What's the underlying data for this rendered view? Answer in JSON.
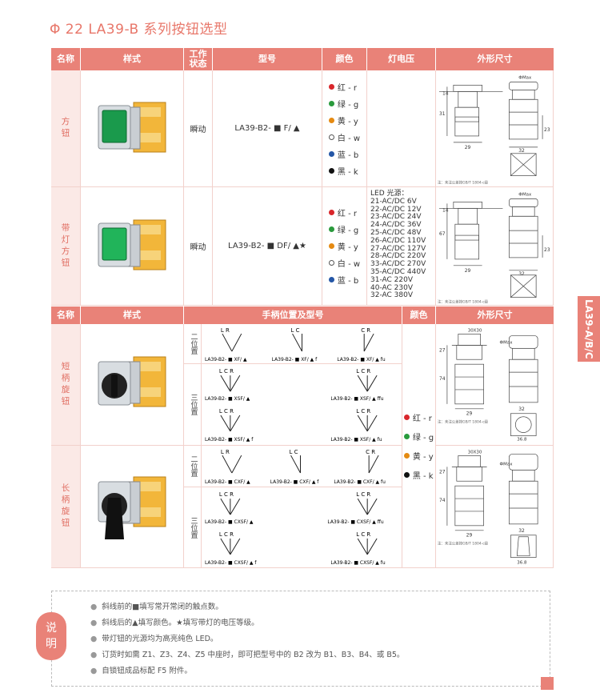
{
  "title": "Φ 22 LA39-B 系列按钮选型",
  "side_tab": "LA39-A/B/C",
  "table1": {
    "headers": [
      "名称",
      "样式",
      "工作状态",
      "型号",
      "颜色",
      "灯电压",
      "外形尺寸"
    ],
    "rows": [
      {
        "name": "方钮",
        "state": "瞬动",
        "model": "LA39-B2- ■ F/ ▲",
        "colors": [
          "红 - r",
          "绿 - g",
          "黄 - y",
          "白 - w",
          "蓝 - b",
          "黑 - k"
        ],
        "dim_note": "注：未注公差按GB/T 1804-c级"
      },
      {
        "name": "带灯方钮",
        "state": "瞬动",
        "model": "LA39-B2- ■ DF/ ▲★",
        "colors": [
          "红 - r",
          "绿 - g",
          "黄 - y",
          "白 - w",
          "蓝 - b"
        ],
        "led_title": "LED 光源：",
        "led_lines": [
          "21-AC/DC 6V",
          "22-AC/DC 12V",
          "23-AC/DC 24V",
          "24-AC/DC 36V",
          "25-AC/DC 48V",
          "26-AC/DC 110V",
          "27-AC/DC 127V",
          "28-AC/DC 220V",
          "33-AC/DC 270V",
          "35-AC/DC 440V",
          "31-AC 220V",
          "40-AC 230V",
          "32-AC 380V"
        ],
        "dim_note": "注：未注公差按GB/T 1804-c级"
      }
    ]
  },
  "table2": {
    "headers": [
      "名称",
      "样式",
      "手柄位置及型号",
      "颜色",
      "外形尺寸"
    ],
    "colors": [
      "红 - r",
      "绿 - g",
      "黄 - y",
      "黑 - k"
    ],
    "short": {
      "name": "短柄旋钮",
      "two_pos_label": "二位置",
      "three_pos_label": "三位置",
      "two": [
        "LA39-B2- ■ XF/ ▲",
        "LA39-B2- ■ XF/ ▲ f",
        "LA39-B2- ■ XF/ ▲ fu"
      ],
      "two_marks": [
        "L   R",
        "L C",
        "C R"
      ],
      "three": [
        "LA39-B2- ■ XSF/ ▲",
        "LA39-B2- ■ XSF/ ▲ ffu",
        "LA39-B2- ■ XSF/ ▲ f",
        "LA39-B2- ■ XSF/ ▲ fu"
      ],
      "dim_note": "注：未注公差按GB/T 1804-c级"
    },
    "long": {
      "name": "长柄旋钮",
      "two_pos_label": "二位置",
      "three_pos_label": "三位置",
      "two": [
        "LA39-B2- ■ CXF/ ▲",
        "LA39-B2- ■ CXF/ ▲ f",
        "LA39-B2- ■ CXF/ ▲ fu"
      ],
      "two_marks": [
        "L   R",
        "L C",
        "C R"
      ],
      "three": [
        "LA39-B2- ■ CXSF/ ▲",
        "LA39-B2- ■ CXSF/ ▲ ffu",
        "LA39-B2- ■ CXSF/ ▲ f",
        "LA39-B2- ■ CXSF/ ▲ fu"
      ],
      "dim_note": "注：未注公差按GB/T 1804-c级"
    }
  },
  "three_marks": "L C R",
  "dims": {
    "a_top": "14",
    "a_left": "31",
    "a_bottom": "29",
    "a_mid": "32",
    "a_right": "23",
    "a_phi": "ФMax",
    "b_top": "14",
    "b_left": "67",
    "b_bottom": "29",
    "b_mid": "32",
    "b_right": "23",
    "b_phi": "ФMax",
    "c_top": "30X30",
    "c_left1": "27",
    "c_left2": "74",
    "c_bottom": "29",
    "c_mid": "32",
    "c_low": "36.8",
    "c_phi": "ФMax",
    "d_top": "30X30",
    "d_left1": "27",
    "d_left2": "74",
    "d_bottom": "29",
    "d_mid": "32",
    "d_low": "36.8",
    "d_phi": "ФMax"
  },
  "notes_label": [
    "说",
    "明"
  ],
  "notes": [
    "斜线前的■填写常开常闭的触点数。",
    "斜线后的▲填写颜色。★填写带灯的电压等级。",
    "带灯钮的光源均为高亮纯色 LED。",
    "订货时如需 Z1、Z3、Z4、Z5 中座时，即可把型号中的 B2 改为 B1、B3、B4、或 B5。",
    "自锁钮成品标配 F5 附件。"
  ],
  "colors": {
    "accent": "#e98278",
    "name_bg": "#fbe9e6",
    "red": "#d9262b",
    "green": "#2a9a3c",
    "yellow": "#e58a12",
    "blue": "#2456a6",
    "black": "#111111"
  }
}
